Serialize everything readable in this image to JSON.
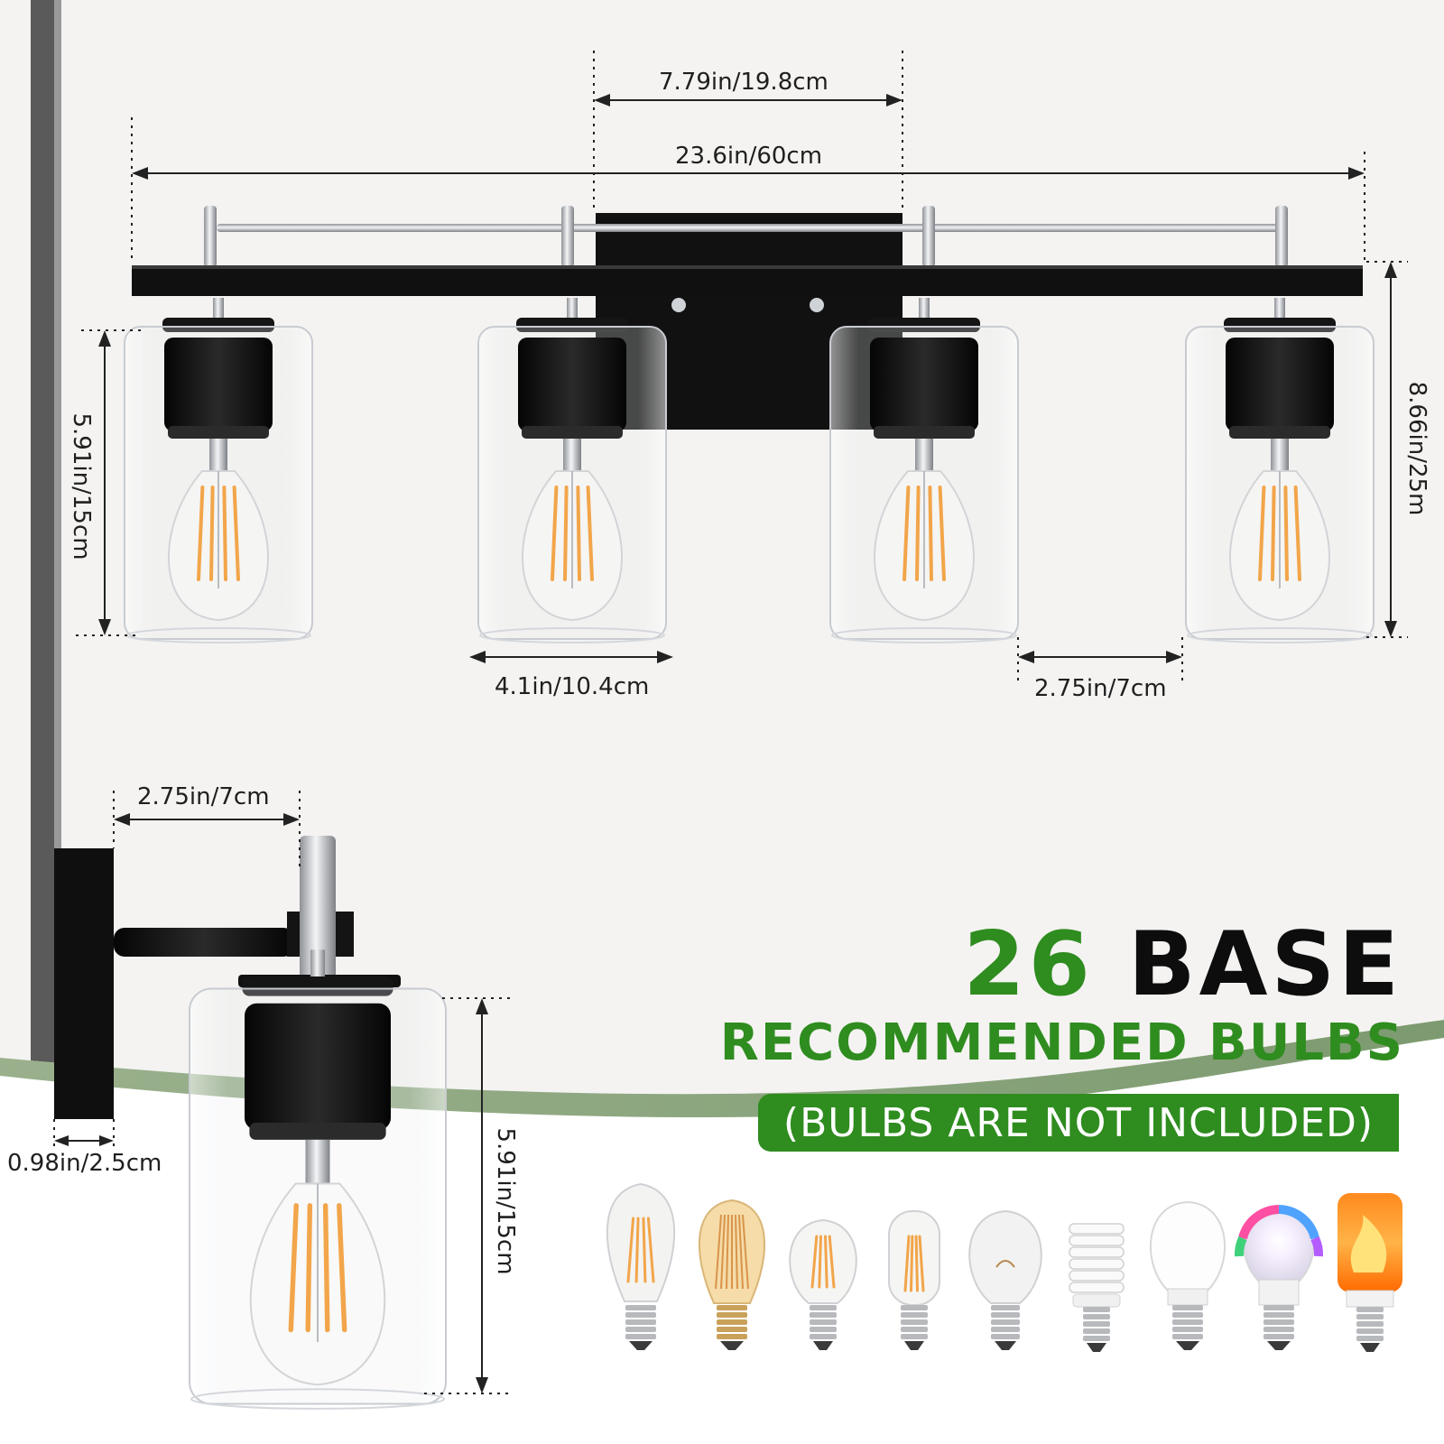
{
  "colors": {
    "accent_green": "#2f8c1f",
    "fixture_black": "#141414",
    "chrome": "#c9ccd0",
    "filament": "#f2a54a",
    "background": "#f4f3f1"
  },
  "dimensions": {
    "backplate_width": "7.79in/19.8cm",
    "overall_width": "23.6in/60cm",
    "overall_height": "8.66in/25m",
    "shade_height": "5.91in/15cm",
    "shade_diameter": "4.1in/10.4cm",
    "shade_gap": "2.75in/7cm",
    "side_extension": "2.75in/7cm",
    "backplate_depth": "0.98in/2.5cm",
    "side_shade_height": "5.91in/15cm"
  },
  "headline": {
    "number": "26",
    "word": "BASE",
    "subtitle": "RECOMMENDED BULBS",
    "note": "(BULBS ARE NOT INCLUDED)"
  },
  "bulbs": [
    {
      "icon": "st64-filament-bulb-icon"
    },
    {
      "icon": "vintage-squirrel-cage-bulb-icon"
    },
    {
      "icon": "a19-filament-bulb-icon"
    },
    {
      "icon": "t45-tubular-filament-bulb-icon"
    },
    {
      "icon": "incandescent-a19-bulb-icon"
    },
    {
      "icon": "spiral-cfl-bulb-icon"
    },
    {
      "icon": "led-a19-bulb-icon"
    },
    {
      "icon": "rgb-color-bulb-icon"
    },
    {
      "icon": "flame-effect-bulb-icon"
    }
  ]
}
